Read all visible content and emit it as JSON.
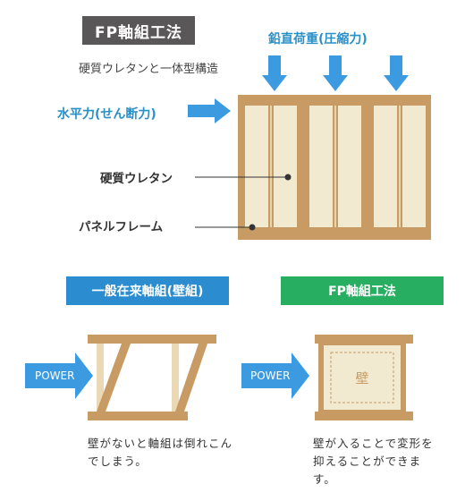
{
  "title": "FP軸組工法",
  "subtitle": "硬質ウレタンと一体型構造",
  "vertical_load_label": "鉛直荷重(圧縮力)",
  "horizontal_force_label": "水平力(せん断力)",
  "urethane_label": "硬質ウレタン",
  "panel_frame_label": "パネルフレーム",
  "left_section": {
    "header": "一般在来軸組(壁組)",
    "power_label": "POWER",
    "caption": "壁がないと軸組は倒れこんでしまう。"
  },
  "right_section": {
    "header": "FP軸組工法",
    "power_label": "POWER",
    "wall_label": "壁",
    "caption": "壁が入ることで変形を抑えることができます。"
  },
  "colors": {
    "arrow_blue": "#3c9be0",
    "wood": "#c79b63",
    "urethane": "#f2ead0",
    "badge": "#595757",
    "header_blue": "#2b8dd0",
    "header_green": "#27ae60"
  }
}
